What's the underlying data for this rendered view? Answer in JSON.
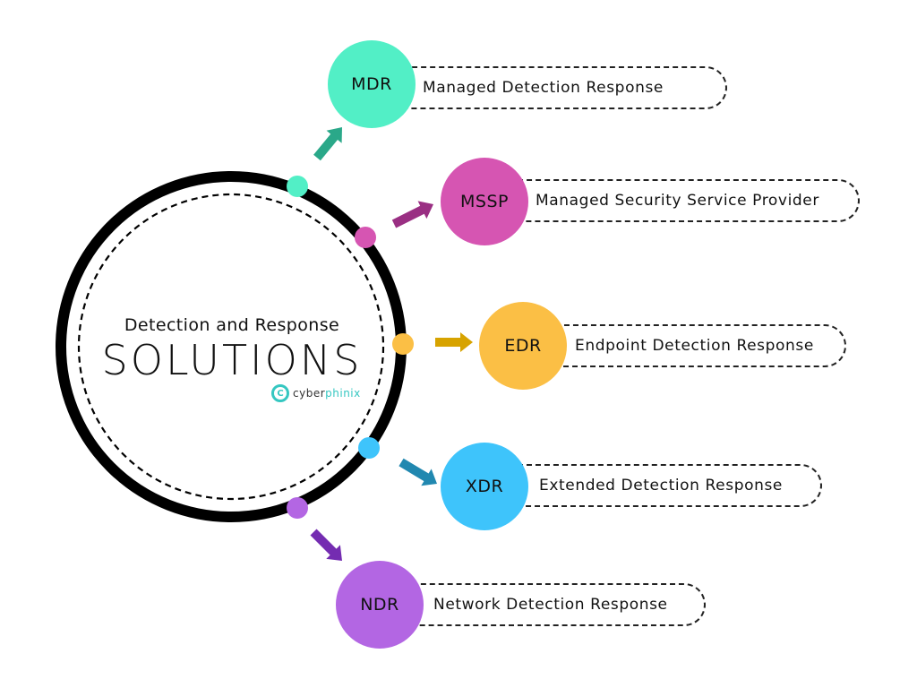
{
  "center": {
    "heading": "Detection and Response",
    "title": "SOLUTIONS",
    "logo": {
      "part1": "cyber",
      "part2": "phinix",
      "accent": "#35c7c1"
    }
  },
  "solutions": [
    {
      "abbr": "MDR",
      "label": "Managed Detection Response",
      "color": "#52efc6",
      "arrow": "#2aa889"
    },
    {
      "abbr": "MSSP",
      "label": "Managed Security Service Provider",
      "color": "#d655b2",
      "arrow": "#9a2f83"
    },
    {
      "abbr": "EDR",
      "label": "Endpoint Detection Response",
      "color": "#fbbf45",
      "arrow": "#d7a300"
    },
    {
      "abbr": "XDR",
      "label": "Extended Detection Response",
      "color": "#3ec4fb",
      "arrow": "#2188b0"
    },
    {
      "abbr": "NDR",
      "label": "Network Detection Response",
      "color": "#b366e3",
      "arrow": "#742cb1"
    }
  ]
}
